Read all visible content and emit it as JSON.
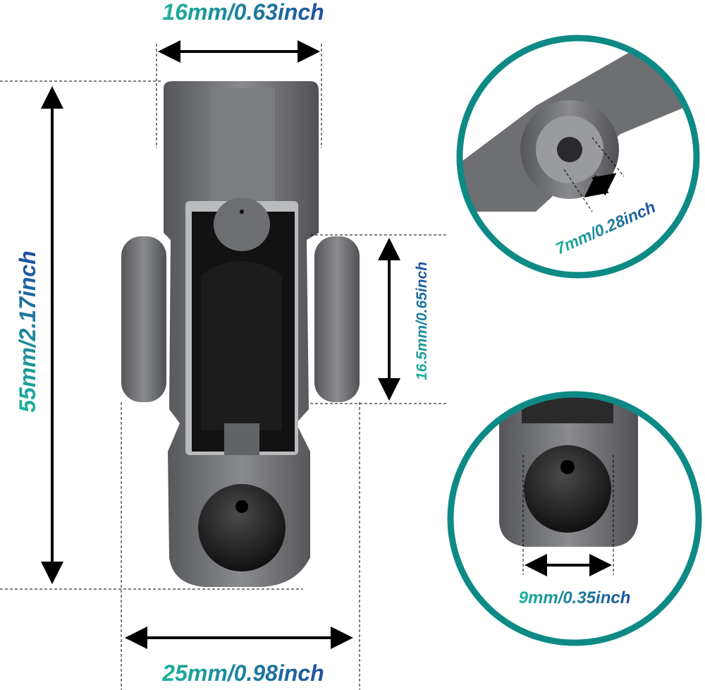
{
  "dimensions": {
    "top_width": "16mm/0.63inch",
    "total_length": "55mm/2.17inch",
    "roller_diameter": "16.5mm/0.65inch",
    "axle_diameter": "7mm/0.28inch",
    "socket_diameter": "9mm/0.35inch",
    "overall_width": "25mm/0.98inch"
  },
  "colors": {
    "label_start": "#1bb39a",
    "label_end": "#1f4fa0",
    "circle_ring": "#0e8a86",
    "metal": "#6f7073",
    "metal_dark": "#45464a",
    "black_part": "#141414"
  }
}
